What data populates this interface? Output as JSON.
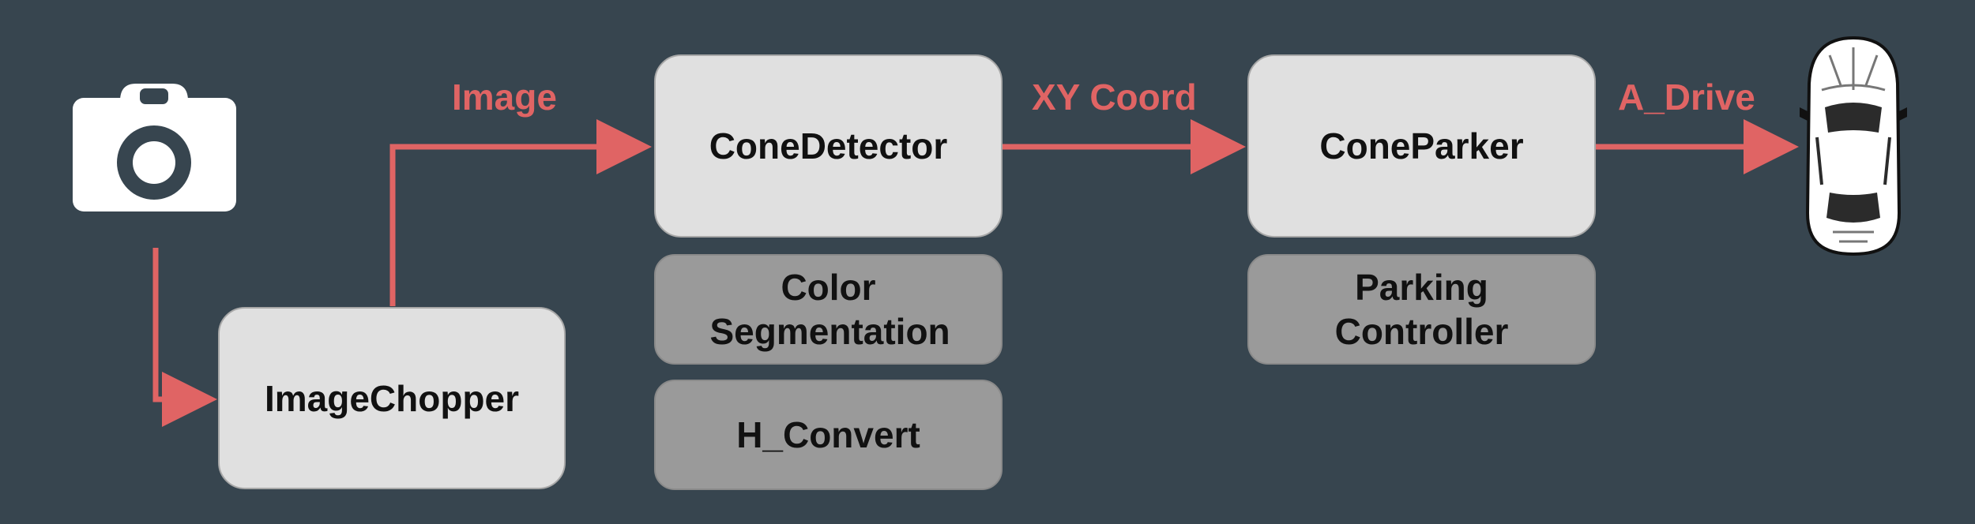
{
  "nodes": {
    "image_chopper": "ImageChopper",
    "cone_detector": "ConeDetector",
    "color_segmentation": "Color Segmentation",
    "h_convert": "H_Convert",
    "cone_parker": "ConeParker",
    "parking_controller": "Parking Controller"
  },
  "edges": {
    "image": "Image",
    "xy_coord": "XY Coord",
    "a_drive": "A_Drive"
  },
  "icons": {
    "source": "camera-icon",
    "sink": "car-icon"
  },
  "colors": {
    "background": "#37454f",
    "arrow": "#e06464",
    "node_light": "#e0e0e0",
    "node_dark": "#9a9a9a"
  }
}
